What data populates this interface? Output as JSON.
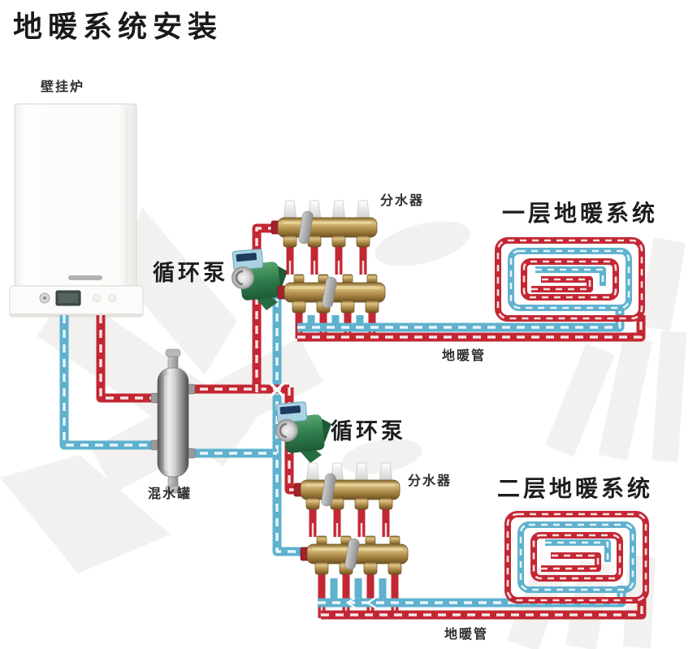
{
  "title": "地暖系统安装",
  "colors": {
    "pipe_hot": "#c32733",
    "pipe_cold": "#5fb1ce",
    "brass": "#b5924f",
    "pump_green": "#3c8a57",
    "text": "#1d1d1d",
    "background": "#ffffff"
  },
  "labels": {
    "boiler": "壁挂炉",
    "mixing_tank": "混水罐",
    "pump_floor1": "循环泵",
    "pump_floor2": "循环泵",
    "manifold_floor1": "分水器",
    "manifold_floor2": "分水器",
    "floor1_system": "一层地暖系统",
    "floor2_system": "二层地暖系统",
    "floor_pipe1": "地暖管",
    "floor_pipe2": "地暖管"
  }
}
